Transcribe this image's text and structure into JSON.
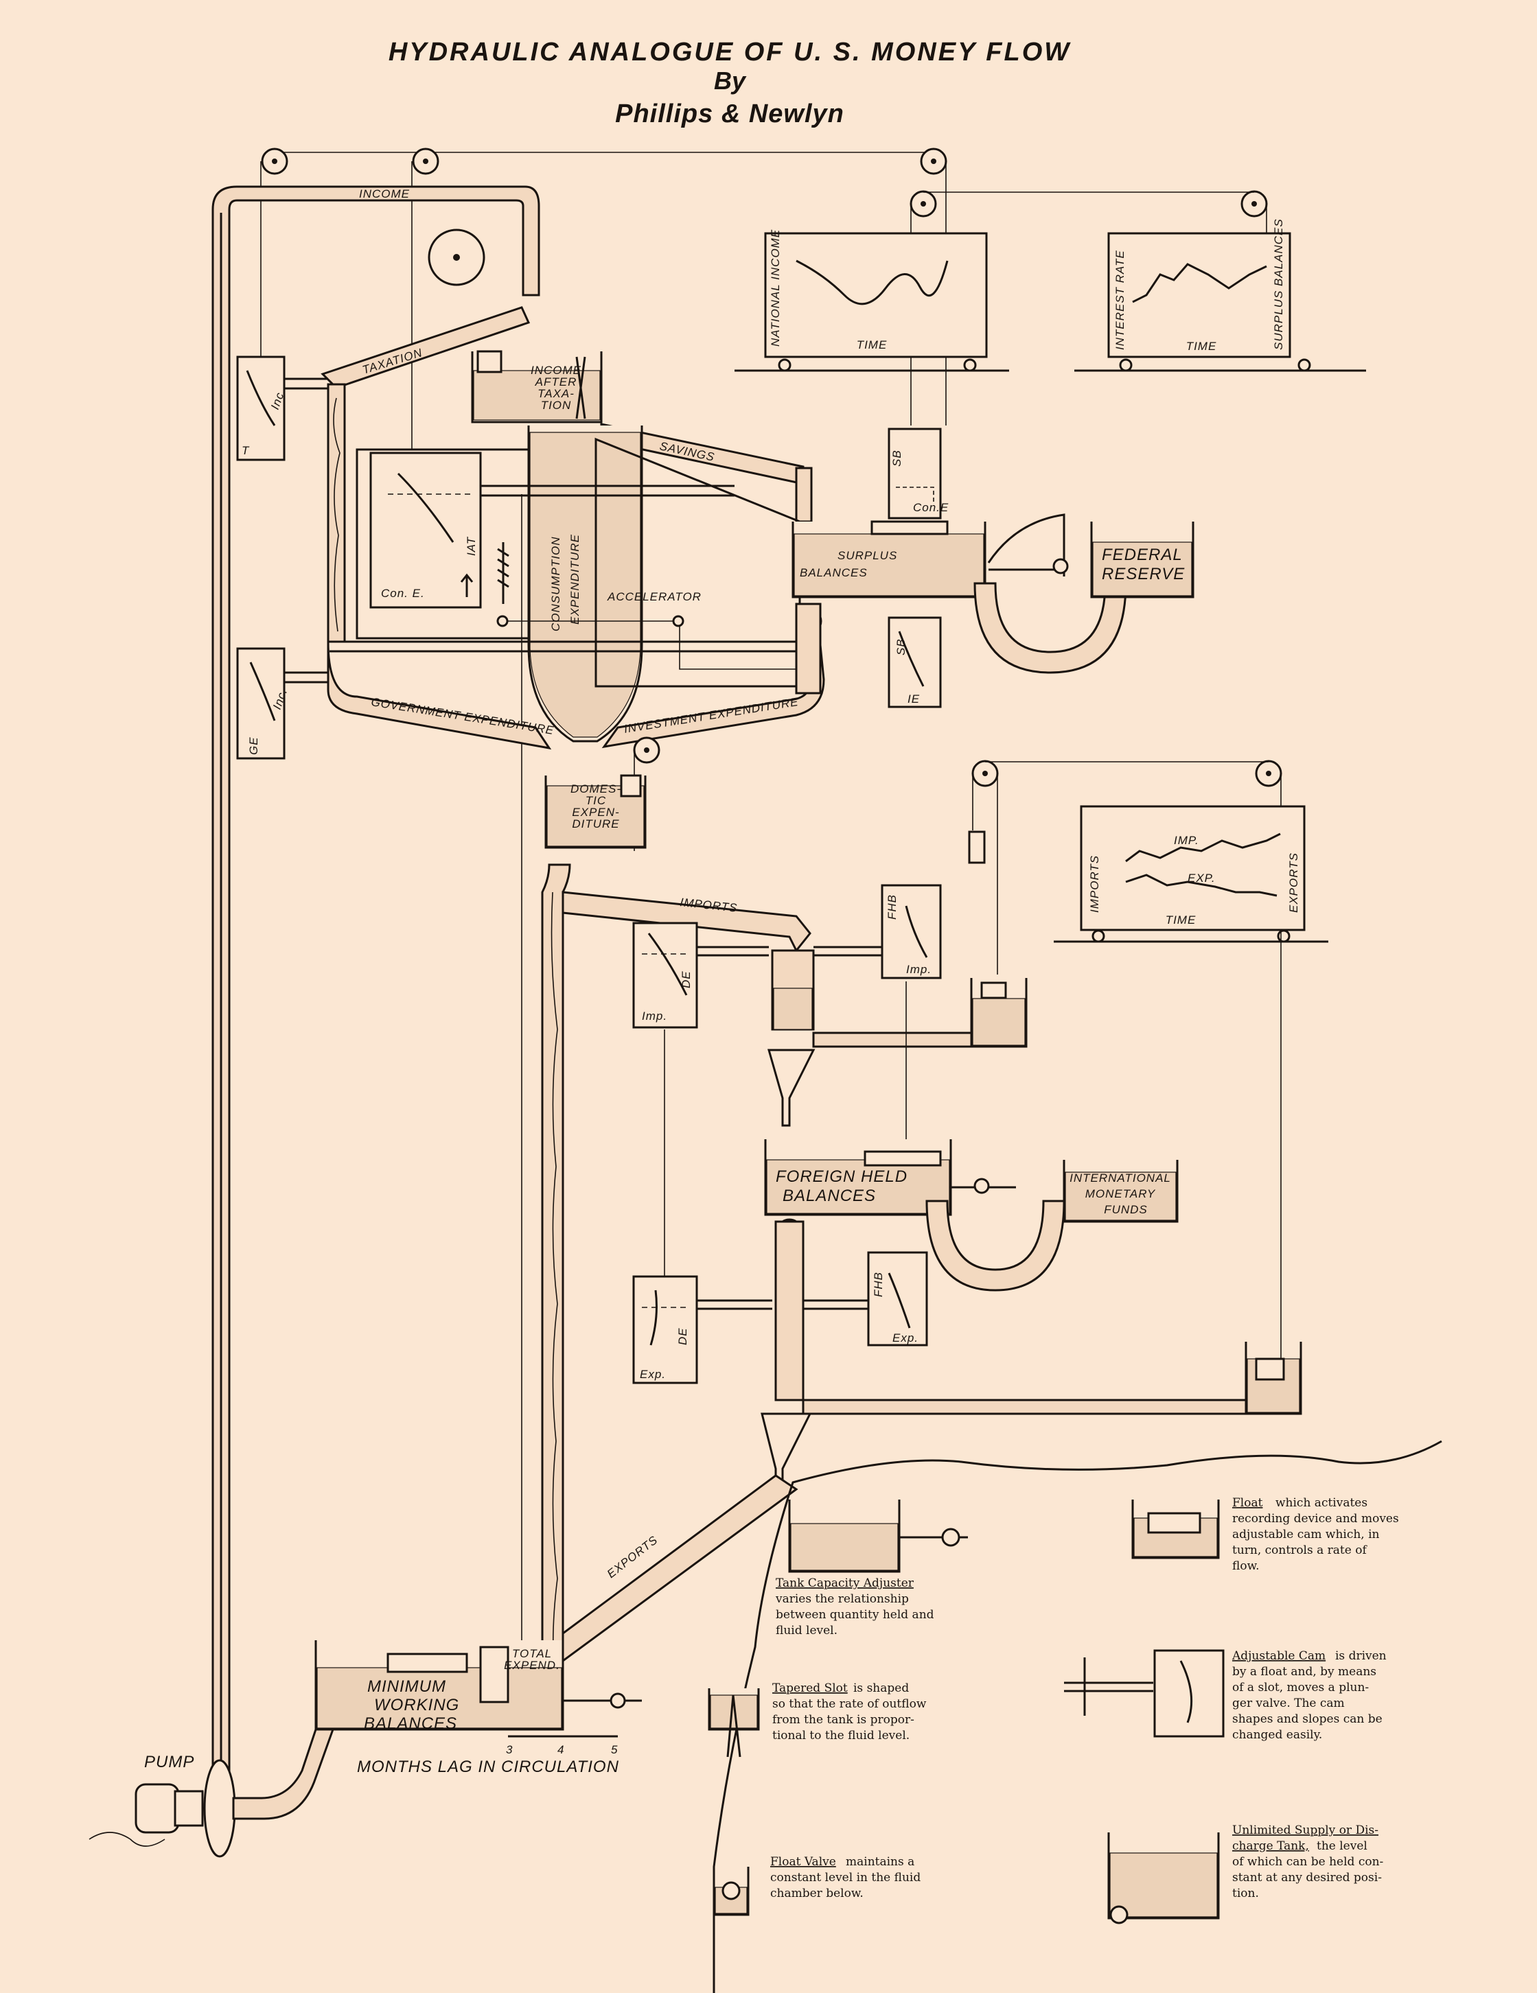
{
  "title": {
    "line1": "HYDRAULIC  ANALOGUE  OF  U. S.  MONEY  FLOW",
    "line2": "By",
    "line3": "Phillips & Newlyn"
  },
  "labels": {
    "income": "INCOME",
    "taxation": "TAXATION",
    "income_after_taxation": [
      "INCOME",
      "AFTER",
      "TAXA-",
      "TION"
    ],
    "savings": "SAVINGS",
    "consumption_expenditure": [
      "CONSUMPTION",
      "EXPENDITURE"
    ],
    "accelerator": "ACCELERATOR",
    "con_e": "Con. E.",
    "iat": "IAT",
    "surplus_balances": [
      "SURPLUS",
      "BALANCES"
    ],
    "federal_reserve": [
      "FEDERAL",
      "RESERVE"
    ],
    "sb": "SB",
    "conf": "Con.E",
    "ie": "IE",
    "government_expenditure": "GOVERNMENT  EXPENDITURE",
    "investment_expenditure": "INVESTMENT  EXPENDITURE",
    "domestic_expenditure": [
      "DOMES-",
      "TIC",
      "EXPEN-",
      "DITURE"
    ],
    "inc": "Inc.",
    "t": "T",
    "ge": "GE",
    "imports": "IMPORTS",
    "de": "DE",
    "imp": "Imp.",
    "fhb": "FHB",
    "foreign_held_balances": [
      "FOREIGN HELD",
      "BALANCES"
    ],
    "international_monetary_funds": [
      "INTERNATIONAL",
      "MONETARY",
      "FUNDS"
    ],
    "exp": "Exp.",
    "exports": "EXPORTS",
    "minimum_working_balances": [
      "MINIMUM",
      "WORKING",
      "BALANCES"
    ],
    "total_expend": [
      "TOTAL",
      "EXPEND."
    ],
    "months_lag": "MONTHS LAG IN CIRCULATION",
    "months_ticks": [
      "3",
      "4",
      "5"
    ],
    "pump": "PUMP"
  },
  "recorders": {
    "national_income": {
      "y_label": "NATIONAL  INCOME",
      "x_label": "TIME"
    },
    "interest_rate": {
      "y_label": "INTEREST  RATE",
      "x_label": "TIME",
      "right_label": "SURPLUS BALANCES"
    },
    "trade": {
      "y_label": "IMPORTS",
      "x_label": "TIME",
      "right_label": "EXPORTS",
      "series_a": "IMP.",
      "series_b": "EXP."
    }
  },
  "legend": {
    "float": {
      "term": "Float",
      "lines": [
        "which activates",
        "recording device and moves",
        "adjustable cam which,  in",
        "turn,  controls a rate of",
        "flow."
      ]
    },
    "tank_capacity": {
      "term": "Tank Capacity Adjuster",
      "lines": [
        "varies the relationship",
        "between quantity held and",
        "fluid level."
      ]
    },
    "adjustable_cam": {
      "term": "Adjustable Cam",
      "lines": [
        "is driven",
        "by a float and,  by means",
        "of a slot,  moves a plun-",
        "ger valve.   The cam",
        "shapes and slopes can be",
        "changed easily."
      ]
    },
    "tapered_slot": {
      "term": "Tapered Slot",
      "lines": [
        "is shaped",
        "so that the rate of outflow",
        "from the tank is propor-",
        "tional to the fluid level."
      ]
    },
    "float_valve": {
      "term": "Float Valve",
      "lines": [
        "maintains a",
        "constant level in the fluid",
        "chamber below."
      ]
    },
    "unlimited_supply": {
      "term": "Unlimited Supply or Dis-",
      "term2": "charge Tank,",
      "lines": [
        "the level",
        "of which can be held con-",
        "stant at any desired posi-",
        "tion."
      ]
    }
  },
  "colors": {
    "paper": "#fbe7d3",
    "ink": "#1a1410",
    "fluid": "#ecd2b8"
  }
}
